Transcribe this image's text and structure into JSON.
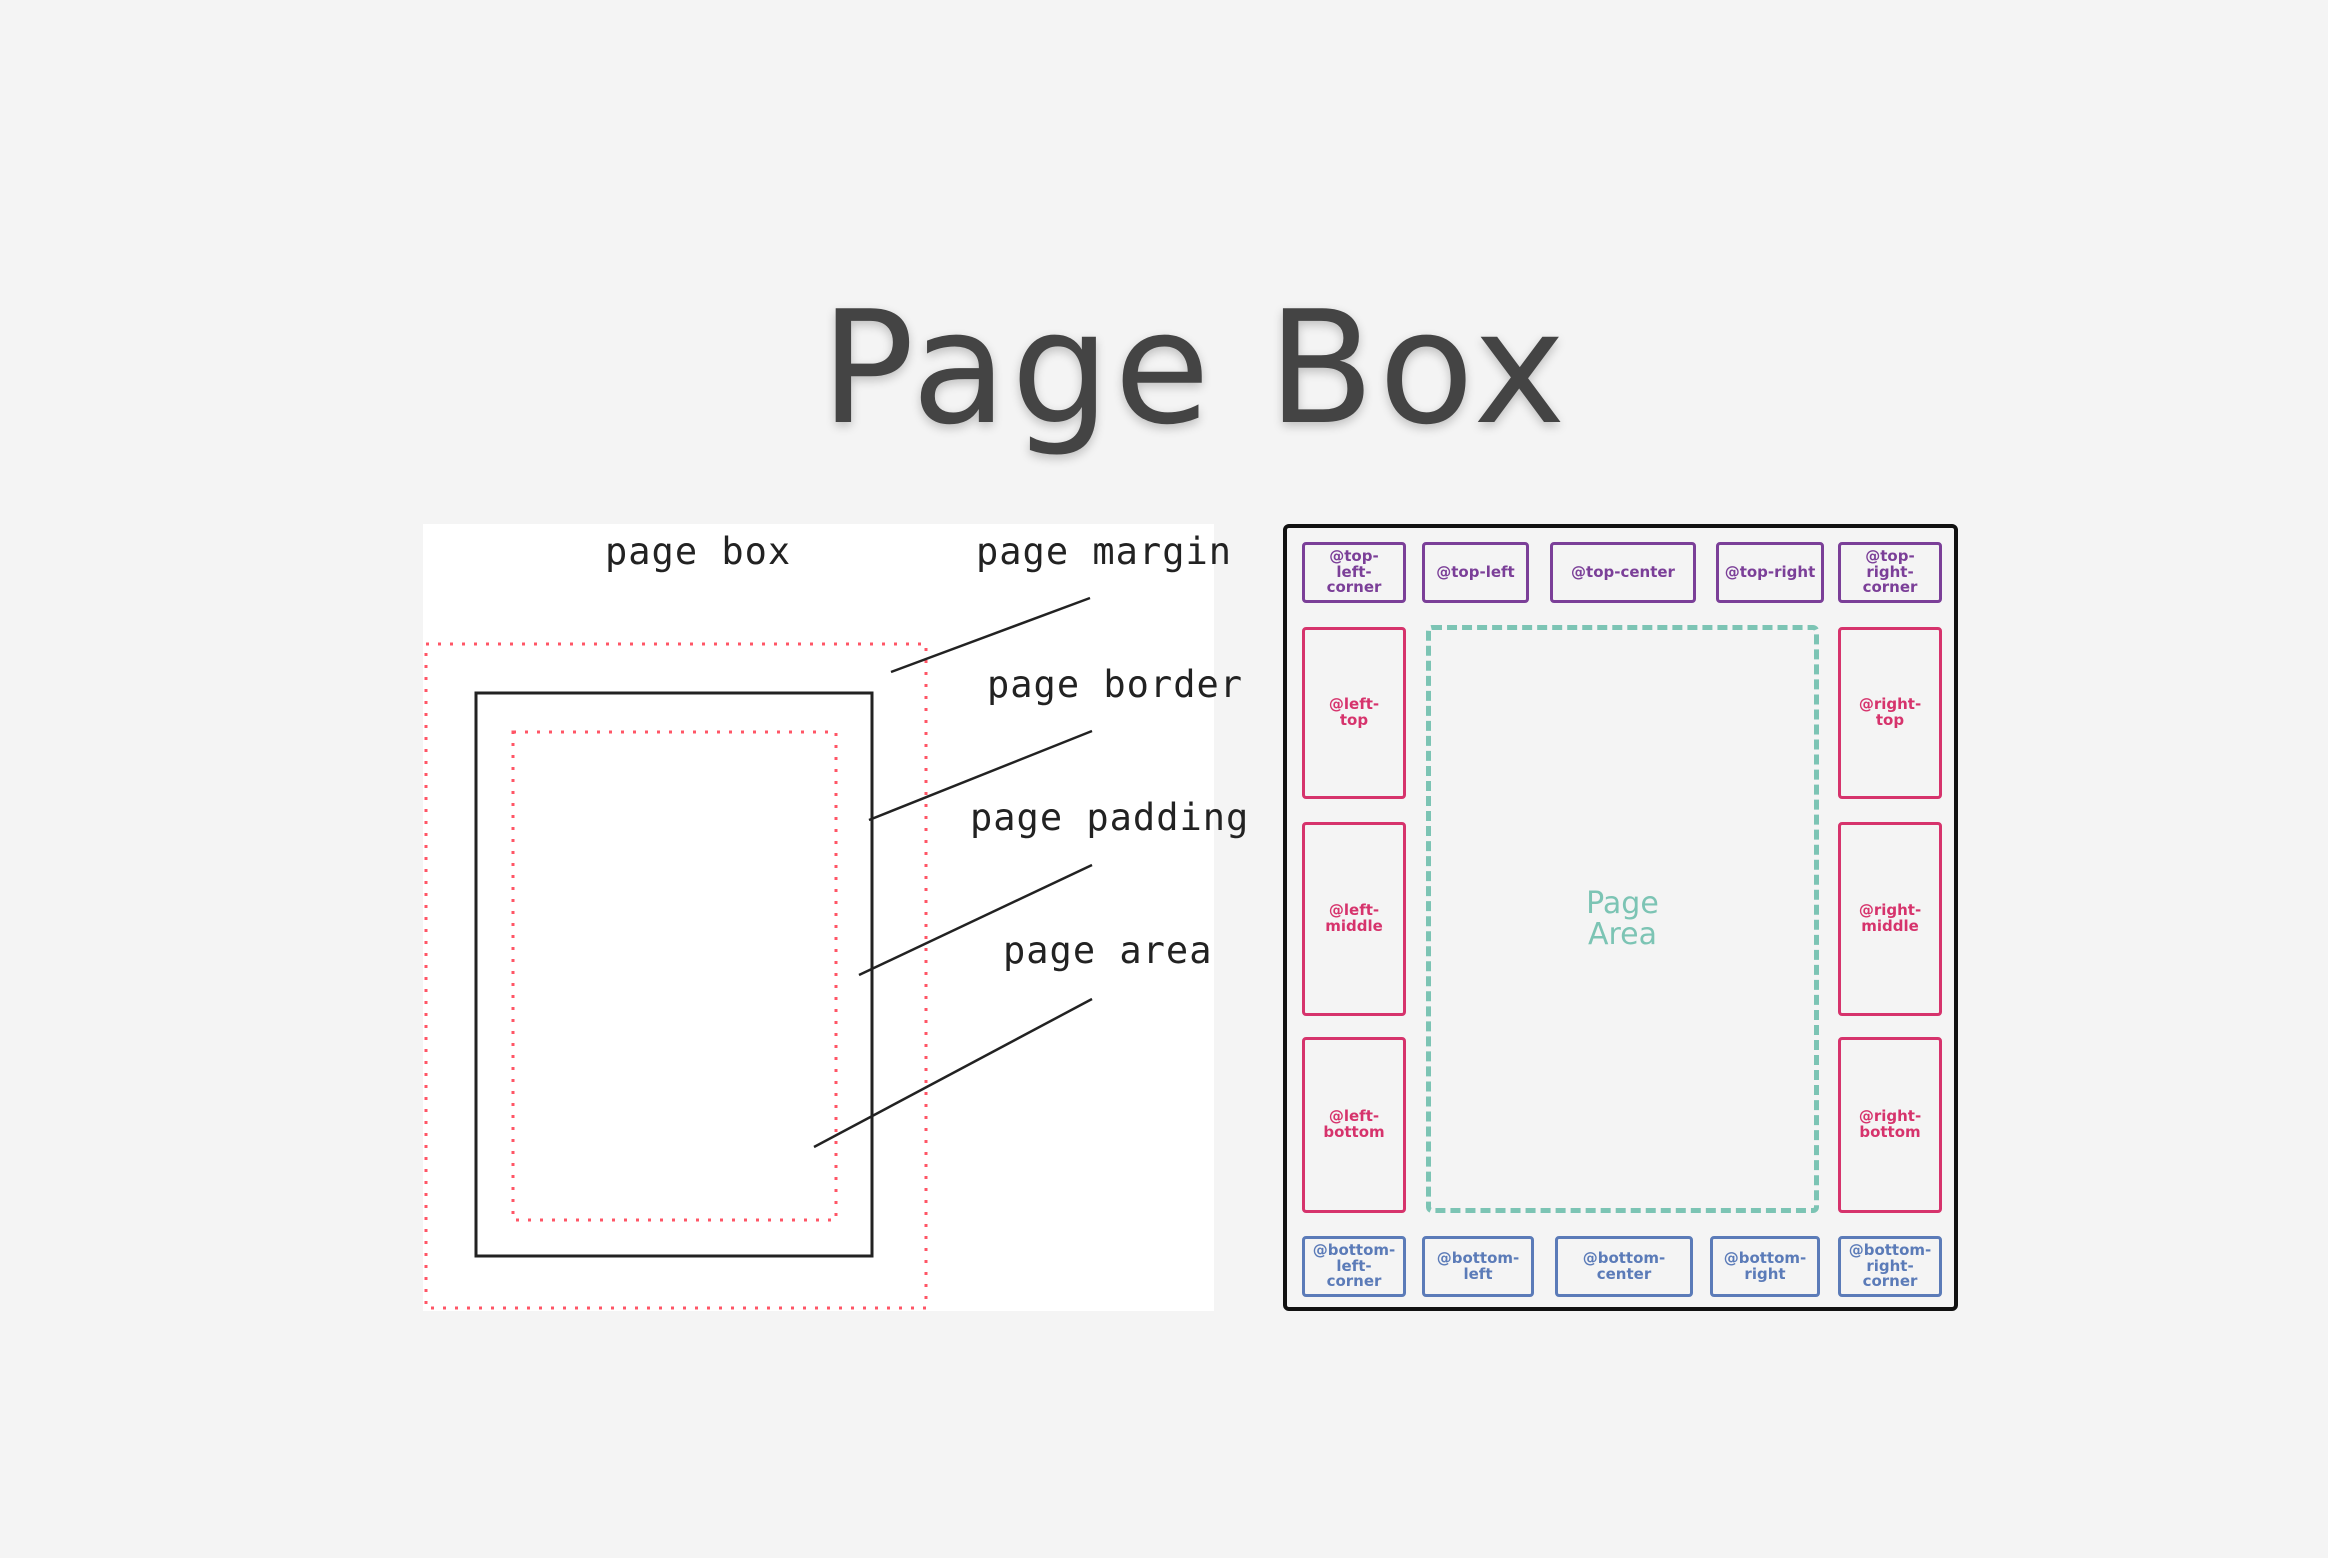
{
  "title": "Page Box",
  "left_diagram": {
    "labels": {
      "page_box": "page box",
      "page_margin": "page margin",
      "page_border": "page border",
      "page_padding": "page padding",
      "page_area": "page area"
    },
    "colors": {
      "dotted": "#ff5566",
      "border": "#222222",
      "background": "#ffffff"
    }
  },
  "right_diagram": {
    "top": {
      "left_corner": "@top-\nleft-\ncorner",
      "left": "@top-left",
      "center": "@top-center",
      "right": "@top-right",
      "right_corner": "@top-\nright-\ncorner"
    },
    "left": {
      "top": "@left-\ntop",
      "middle": "@left-\nmiddle",
      "bottom": "@left-\nbottom"
    },
    "right": {
      "top": "@right-\ntop",
      "middle": "@right-\nmiddle",
      "bottom": "@right-\nbottom"
    },
    "bottom": {
      "left_corner": "@bottom-\nleft-\ncorner",
      "left": "@bottom-\nleft",
      "center": "@bottom-\ncenter",
      "right": "@bottom-\nright",
      "right_corner": "@bottom-\nright-\ncorner"
    },
    "page_area": "Page\nArea",
    "colors": {
      "top": "#7b3f98",
      "side": "#d6336c",
      "bottom": "#5b7bb8",
      "page_area": "#7cc4b4",
      "outline": "#111111"
    }
  }
}
